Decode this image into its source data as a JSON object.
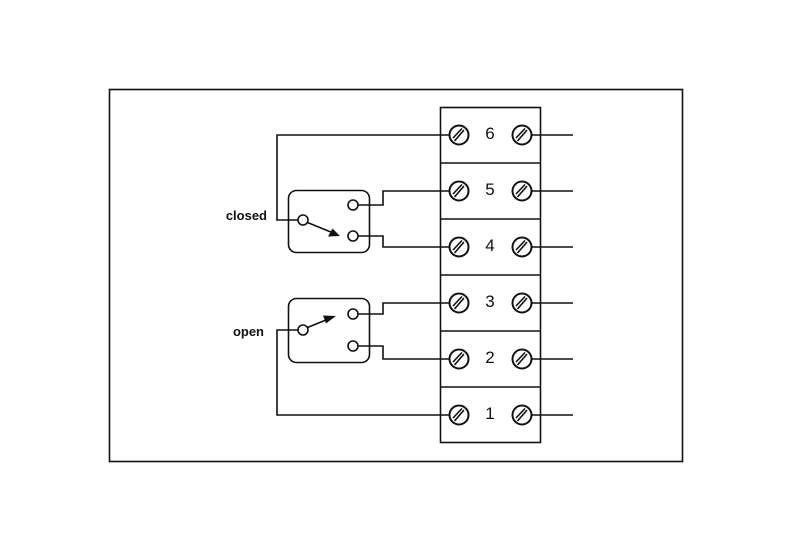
{
  "terminal_block": {
    "terminals": [
      "6",
      "5",
      "4",
      "3",
      "2",
      "1"
    ]
  },
  "switches": {
    "upper": {
      "label": "closed"
    },
    "lower": {
      "label": "open"
    }
  }
}
